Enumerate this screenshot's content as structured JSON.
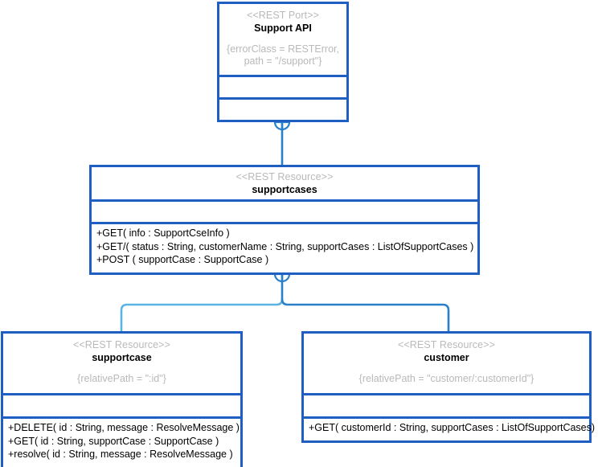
{
  "diagram": {
    "title": "Support API REST resource model",
    "notation": "UML class diagram with REST stereotypes",
    "colors": {
      "box_border": "#1f5fc4",
      "box_fill": "#ffffff",
      "stereotype_text": "#b9b9b9",
      "name_text": "#000000",
      "connector_dark": "#2a7fc9",
      "connector_light": "#5bb3e4",
      "canvas": "#ffffff"
    }
  },
  "nodes": {
    "support_api": {
      "stereotype": "<<REST Port>>",
      "name": "Support API",
      "constraint": "{errorClass = RESTError,\npath = \"/support\"}",
      "attributes": [],
      "operations": []
    },
    "supportcases": {
      "stereotype": "<<REST Resource>>",
      "name": "supportcases",
      "constraint": "",
      "attributes": [],
      "operations": [
        "+GET( info : SupportCseInfo )",
        "+GET/( status : String, customerName : String, supportCases : ListOfSupportCases )",
        "+POST ( supportCase : SupportCase )"
      ]
    },
    "supportcase": {
      "stereotype": "<<REST Resource>>",
      "name": "supportcase",
      "constraint": "{relativePath = \":id\"}",
      "attributes": [],
      "operations": [
        "+DELETE( id : String, message : ResolveMessage )",
        "+GET( id : String, supportCase : SupportCase )",
        "+resolve( id : String, message : ResolveMessage )"
      ]
    },
    "customer": {
      "stereotype": "<<REST Resource>>",
      "name": "customer",
      "constraint": "{relativePath = \"customer/:customerId\"}",
      "attributes": [],
      "operations": [
        "+GET( customerId : String, supportCases : ListOfSupportCases)"
      ]
    }
  },
  "connectors": [
    {
      "id": "support-api-to-supportcases",
      "kind": "containment",
      "source": "support_api",
      "target": "supportcases",
      "symbol": "circle-plus"
    },
    {
      "id": "supportcases-to-supportcase",
      "kind": "containment",
      "source": "supportcases",
      "target": "supportcase",
      "symbol": "circle-plus"
    },
    {
      "id": "supportcases-to-customer",
      "kind": "containment",
      "source": "supportcases",
      "target": "customer",
      "symbol": "circle-plus"
    }
  ]
}
